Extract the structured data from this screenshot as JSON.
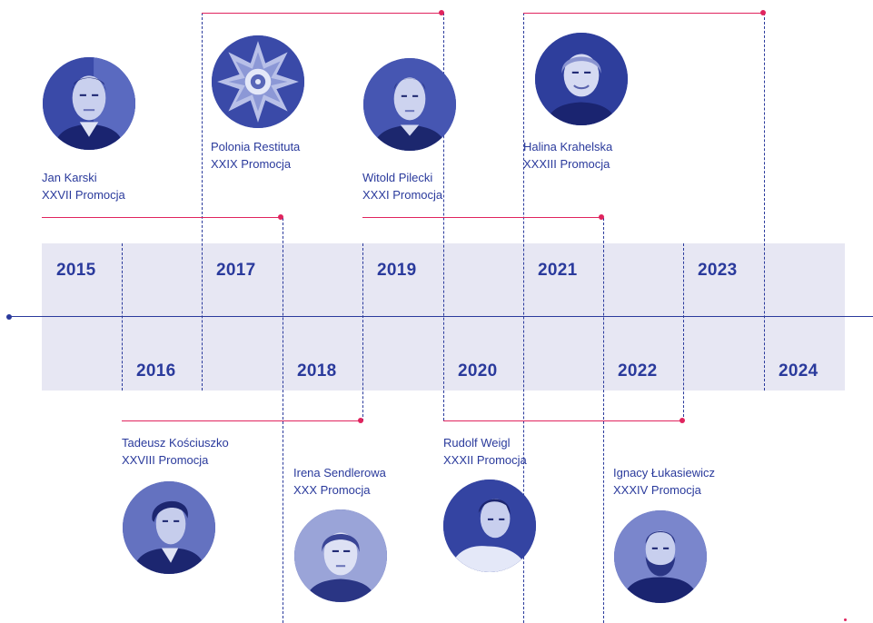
{
  "timeline": {
    "years": [
      "2015",
      "2016",
      "2017",
      "2018",
      "2019",
      "2020",
      "2021",
      "2022",
      "2023",
      "2024"
    ],
    "colors": {
      "band": "#e7e7f3",
      "axis": "#2a3a9c",
      "accent": "#e0245e",
      "text": "#2a3a9c"
    }
  },
  "entries": [
    {
      "name": "Jan Karski",
      "promotion": "XXVII Promocja",
      "year": "2015",
      "position": "top",
      "image": "portrait-photo"
    },
    {
      "name": "Tadeusz Kościuszko",
      "promotion": "XXVIII Promocja",
      "year": "2016",
      "position": "bottom",
      "image": "portrait-painting"
    },
    {
      "name": "Polonia Restituta",
      "promotion": "XXIX Promocja",
      "year": "2017",
      "position": "top",
      "image": "star-medal"
    },
    {
      "name": "Irena Sendlerowa",
      "promotion": "XXX Promocja",
      "year": "2018",
      "position": "bottom",
      "image": "portrait-photo"
    },
    {
      "name": "Witold Pilecki",
      "promotion": "XXXI Promocja",
      "year": "2019",
      "position": "top",
      "image": "portrait-photo"
    },
    {
      "name": "Rudolf Weigl",
      "promotion": "XXXII Promocja",
      "year": "2020",
      "position": "bottom",
      "image": "portrait-photo"
    },
    {
      "name": "Halina Krahelska",
      "promotion": "XXXIII Promocja",
      "year": "2021",
      "position": "top",
      "image": "portrait-photo"
    },
    {
      "name": "Ignacy Łukasiewicz",
      "promotion": "XXXIV Promocja",
      "year": "2022",
      "position": "bottom",
      "image": "portrait-photo"
    }
  ]
}
